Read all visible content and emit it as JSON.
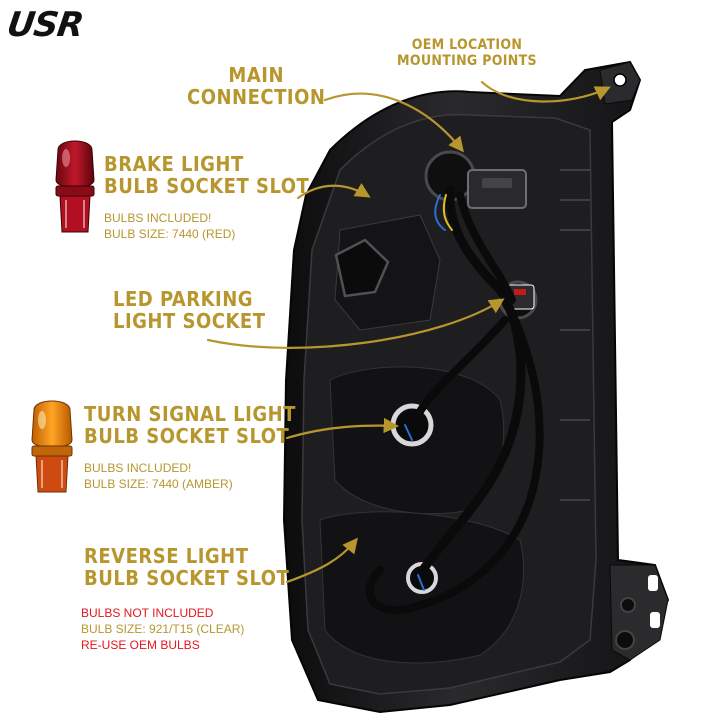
{
  "brand": {
    "logo_text": "USR",
    "logo_color": "#111111"
  },
  "colors": {
    "label_gold": "#b8962e",
    "warning_red": "#e4161f",
    "housing_black": "#1c1c1e",
    "brake_bulb_red": "#b0101e",
    "turn_bulb_amber": "#f08a0c"
  },
  "callouts": {
    "main_connection": {
      "line1": "MAIN",
      "line2": "CONNECTION"
    },
    "oem_mounting": {
      "line1": "OEM LOCATION",
      "line2": "MOUNTING POINTS"
    },
    "brake_light": {
      "line1": "BRAKE LIGHT",
      "line2": "BULB SOCKET SLOT",
      "note1": "BULBS INCLUDED!",
      "note2": "BULB SIZE: 7440 (RED)"
    },
    "led_parking": {
      "line1": "LED PARKING",
      "line2": "LIGHT SOCKET"
    },
    "turn_signal": {
      "line1": "TURN SIGNAL LIGHT",
      "line2": "BULB SOCKET SLOT",
      "note1": "BULBS INCLUDED!",
      "note2": "BULB SIZE: 7440 (AMBER)"
    },
    "reverse_light": {
      "line1": "REVERSE LIGHT",
      "line2": "BULB SOCKET SLOT",
      "note1": "BULBS NOT INCLUDED",
      "note2": "BULB SIZE: 921/T15 (CLEAR)",
      "note3": "RE-USE OEM BULBS"
    }
  },
  "icons": {
    "brake_bulb": "red-wedge-bulb-icon",
    "turn_bulb": "amber-wedge-bulb-icon",
    "housing": "tail-light-housing-image"
  }
}
